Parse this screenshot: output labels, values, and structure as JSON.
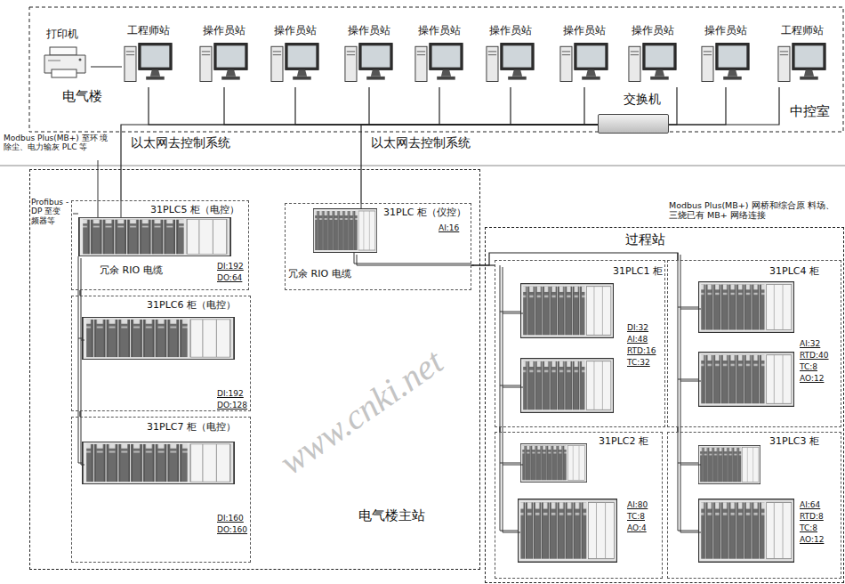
{
  "diagram": {
    "nodes": [
      {
        "text": [
          "打印机"
        ]
      },
      {
        "text": [
          "工程师站"
        ]
      },
      {
        "text": [
          "操作员站"
        ]
      },
      {
        "text": [
          "操作员站"
        ]
      },
      {
        "text": [
          "操作员站"
        ]
      },
      {
        "text": [
          "操作员站"
        ]
      },
      {
        "text": [
          "操作员站"
        ]
      },
      {
        "text": [
          "操作员站"
        ]
      },
      {
        "text": [
          "操作员站"
        ]
      },
      {
        "text": [
          "操作员站"
        ]
      },
      {
        "text": [
          "工程师站"
        ]
      },
      {
        "text": [
          "交换机"
        ]
      },
      {
        "text": [
          "电气楼主站"
        ]
      },
      {
        "text": [
          "31PLC5 柜（电控）",
          "DI:192",
          "DO:64"
        ],
        "in": 12
      },
      {
        "text": [
          "31PLC6 柜（电控）",
          "DI:192",
          "DO:128"
        ],
        "in": 12
      },
      {
        "text": [
          "31PLC7 柜（电控）",
          "DI:160",
          "DO:160"
        ],
        "in": 12
      },
      {
        "text": [
          "31PLC 柜（仪控）",
          "AI:16"
        ],
        "in": 12
      },
      {
        "text": [
          "过程站"
        ]
      },
      {
        "text": [
          "31PLC1 柜",
          "DI:32",
          "AI:48",
          "RTD:16",
          "TC:32"
        ],
        "in": 17
      },
      {
        "text": [
          "31PLC4 柜",
          "AI:32",
          "RTD:40",
          "TC:8",
          "AO:12"
        ],
        "in": 17
      },
      {
        "text": [
          "31PLC2 柜",
          "AI:80",
          "TC:8",
          "AO:4"
        ],
        "in": 17
      },
      {
        "text": [
          "31PLC3 柜",
          "AI:64",
          "RTD:8",
          "TC:8",
          "AO:12"
        ],
        "in": 17
      }
    ],
    "edges": [
      {
        "from": 0,
        "to": 1,
        "arrow": "none"
      },
      {
        "from": 1,
        "to": 11,
        "arrow": "none"
      },
      {
        "from": 2,
        "to": 11,
        "arrow": "none"
      },
      {
        "from": 3,
        "to": 11,
        "arrow": "none"
      },
      {
        "from": 4,
        "to": 11,
        "arrow": "none"
      },
      {
        "from": 5,
        "to": 11,
        "arrow": "none"
      },
      {
        "from": 6,
        "to": 11,
        "arrow": "none"
      },
      {
        "from": 7,
        "to": 11,
        "arrow": "none"
      },
      {
        "from": 8,
        "to": 11,
        "arrow": "none"
      },
      {
        "from": 9,
        "to": 11,
        "arrow": "none"
      },
      {
        "from": 10,
        "to": 11,
        "arrow": "none"
      },
      {
        "from": 11,
        "to": 13,
        "label": "以太网去控制系统",
        "arrow": "none"
      },
      {
        "from": 11,
        "to": 16,
        "label": "以太网去控制系统",
        "arrow": "none"
      },
      {
        "from": 13,
        "to": 14,
        "arrow": "none"
      },
      {
        "from": 14,
        "to": 15,
        "arrow": "none"
      },
      {
        "from": 16,
        "to": 18,
        "arrow": "none"
      },
      {
        "from": 16,
        "to": 19,
        "arrow": "none"
      },
      {
        "from": 18,
        "to": 20,
        "arrow": "none"
      },
      {
        "from": 19,
        "to": 21,
        "arrow": "none"
      }
    ],
    "labels": [
      "电气楼",
      "中控室",
      "Modbus Plus(MB+) 至环 境除尘、电力输灰 PLC 等",
      "Modbus Plus(MB+) 网桥和综合原 料场、三烧已有 MB+ 网络连接",
      "Profibus -DP 至变 频器等",
      "冗余 RIO 电缆",
      "冗余 RIO 电缆",
      "www.cnki.net"
    ]
  }
}
